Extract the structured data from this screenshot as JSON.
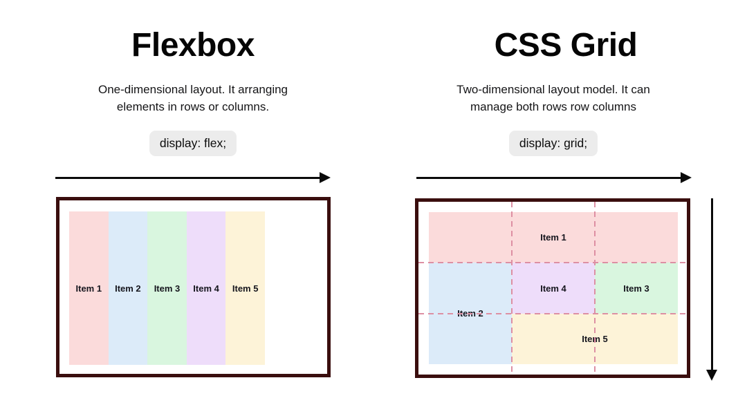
{
  "palette": {
    "box_border": "#3a0e0e",
    "dashed_line": "#dd8fa3",
    "chip_bg": "#ececec",
    "arrow_color": "#0a0a0a",
    "item_pink": "#fbdbdb",
    "item_blue": "#dcebf9",
    "item_green": "#d9f6df",
    "item_lavender": "#eeddfa",
    "item_cream": "#fdf3d8"
  },
  "icons": {
    "flex_axis_arrow": "right-arrow",
    "grid_column_axis_arrow": "right-arrow",
    "grid_row_axis_arrow": "down-arrow"
  },
  "flexbox_section": {
    "title": "Flexbox",
    "description_lines": [
      "One-dimensional layout. It arranging",
      "elements in rows or columns."
    ],
    "code_snippet": "display: flex;",
    "items": [
      {
        "label": "Item 1",
        "color": "#fbdbdb"
      },
      {
        "label": "Item 2",
        "color": "#dcebf9"
      },
      {
        "label": "Item 3",
        "color": "#d9f6df"
      },
      {
        "label": "Item 4",
        "color": "#eeddfa"
      },
      {
        "label": "Item 5",
        "color": "#fdf3d8"
      }
    ]
  },
  "grid_section": {
    "title": "CSS Grid",
    "description_lines": [
      "Two-dimensional layout model. It can",
      "manage both rows row columns"
    ],
    "code_snippet": "display: grid;",
    "items": [
      {
        "label": "Item 1",
        "color": "#fbdbdb",
        "area": "row 1, columns 1-3"
      },
      {
        "label": "Item 2",
        "color": "#dcebf9",
        "area": "rows 2-3, column 1"
      },
      {
        "label": "Item 4",
        "color": "#eeddfa",
        "area": "row 2, column 2"
      },
      {
        "label": "Item 3",
        "color": "#d9f6df",
        "area": "row 2, column 3"
      },
      {
        "label": "Item 5",
        "color": "#fdf3d8",
        "area": "row 3, columns 2-3"
      }
    ]
  }
}
